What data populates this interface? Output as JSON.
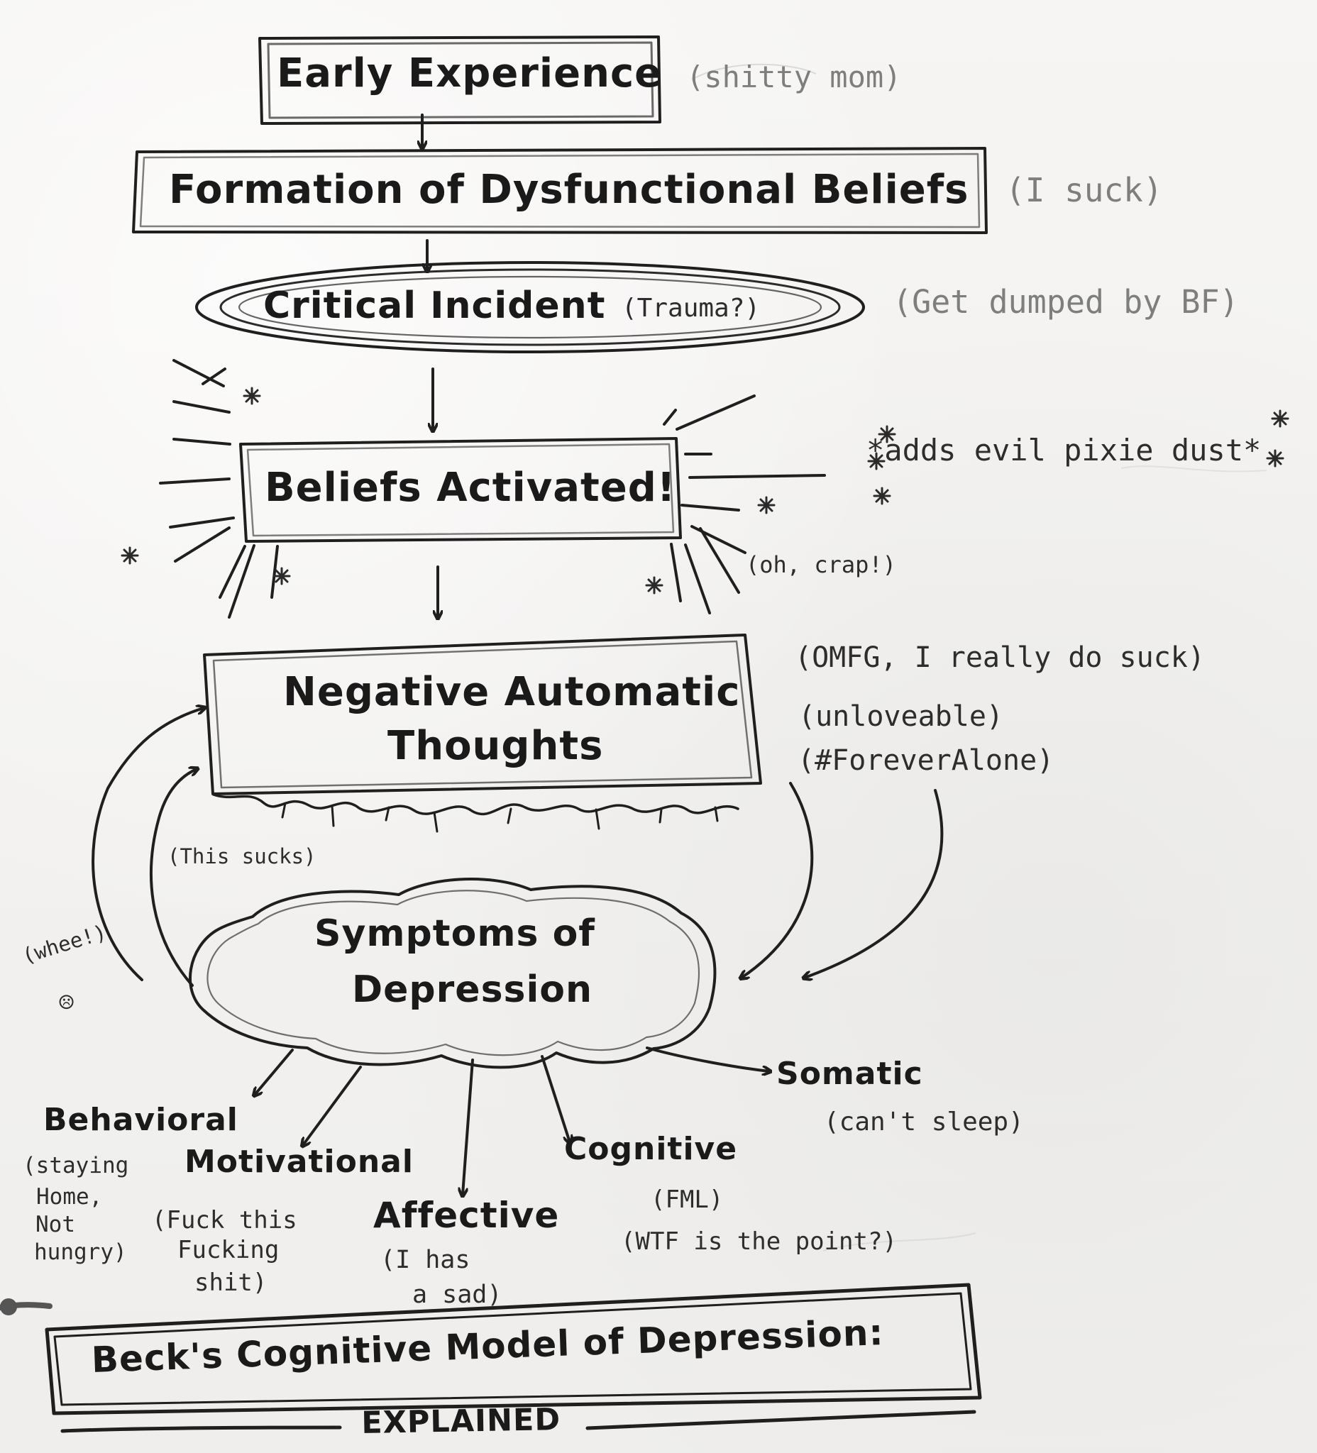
{
  "diagram": {
    "early_experience": "Early Experience",
    "early_note": "(shitty mom)",
    "formation": "Formation of Dysfunctional Beliefs",
    "formation_note": "(I suck)",
    "critical_incident": "Critical Incident",
    "critical_note_inside": "(Trauma?)",
    "critical_note": "(Get dumped by BF)",
    "beliefs_activated": "Beliefs Activated!",
    "beliefs_side_note": "*adds evil pixie dust*",
    "beliefs_sub_note": "(oh, crap!)",
    "negative_line_1": "Negative Automatic",
    "negative_line_2": "Thoughts",
    "negative_note_1": "(OMFG, I really do suck)",
    "negative_note_2": "(unloveable)",
    "negative_note_3": "(#ForeverAlone)",
    "this_sucks": "(This sucks)",
    "whee": "(whee!)",
    "frown": "☹",
    "symptoms_line_1": "Symptoms of",
    "symptoms_line_2": "Depression",
    "somatic": "Somatic",
    "somatic_note": "(can't sleep)",
    "behavioral": "Behavioral",
    "behavioral_note_1": "(staying",
    "behavioral_note_2": "Home,",
    "behavioral_note_3": "Not",
    "behavioral_note_4": "hungry)",
    "motivational": "Motivational",
    "motivational_note_1": "(Fuck this",
    "motivational_note_2": "Fucking",
    "motivational_note_3": "shit)",
    "affective": "Affective",
    "affective_note_1": "(I has",
    "affective_note_2": "a sad)",
    "cognitive": "Cognitive",
    "cognitive_note_1": "(FML)",
    "cognitive_note_2": "(WTF is the point?)",
    "footer_title": "Beck's Cognitive Model of Depression:",
    "footer_subtitle": "EXPLAINED"
  }
}
